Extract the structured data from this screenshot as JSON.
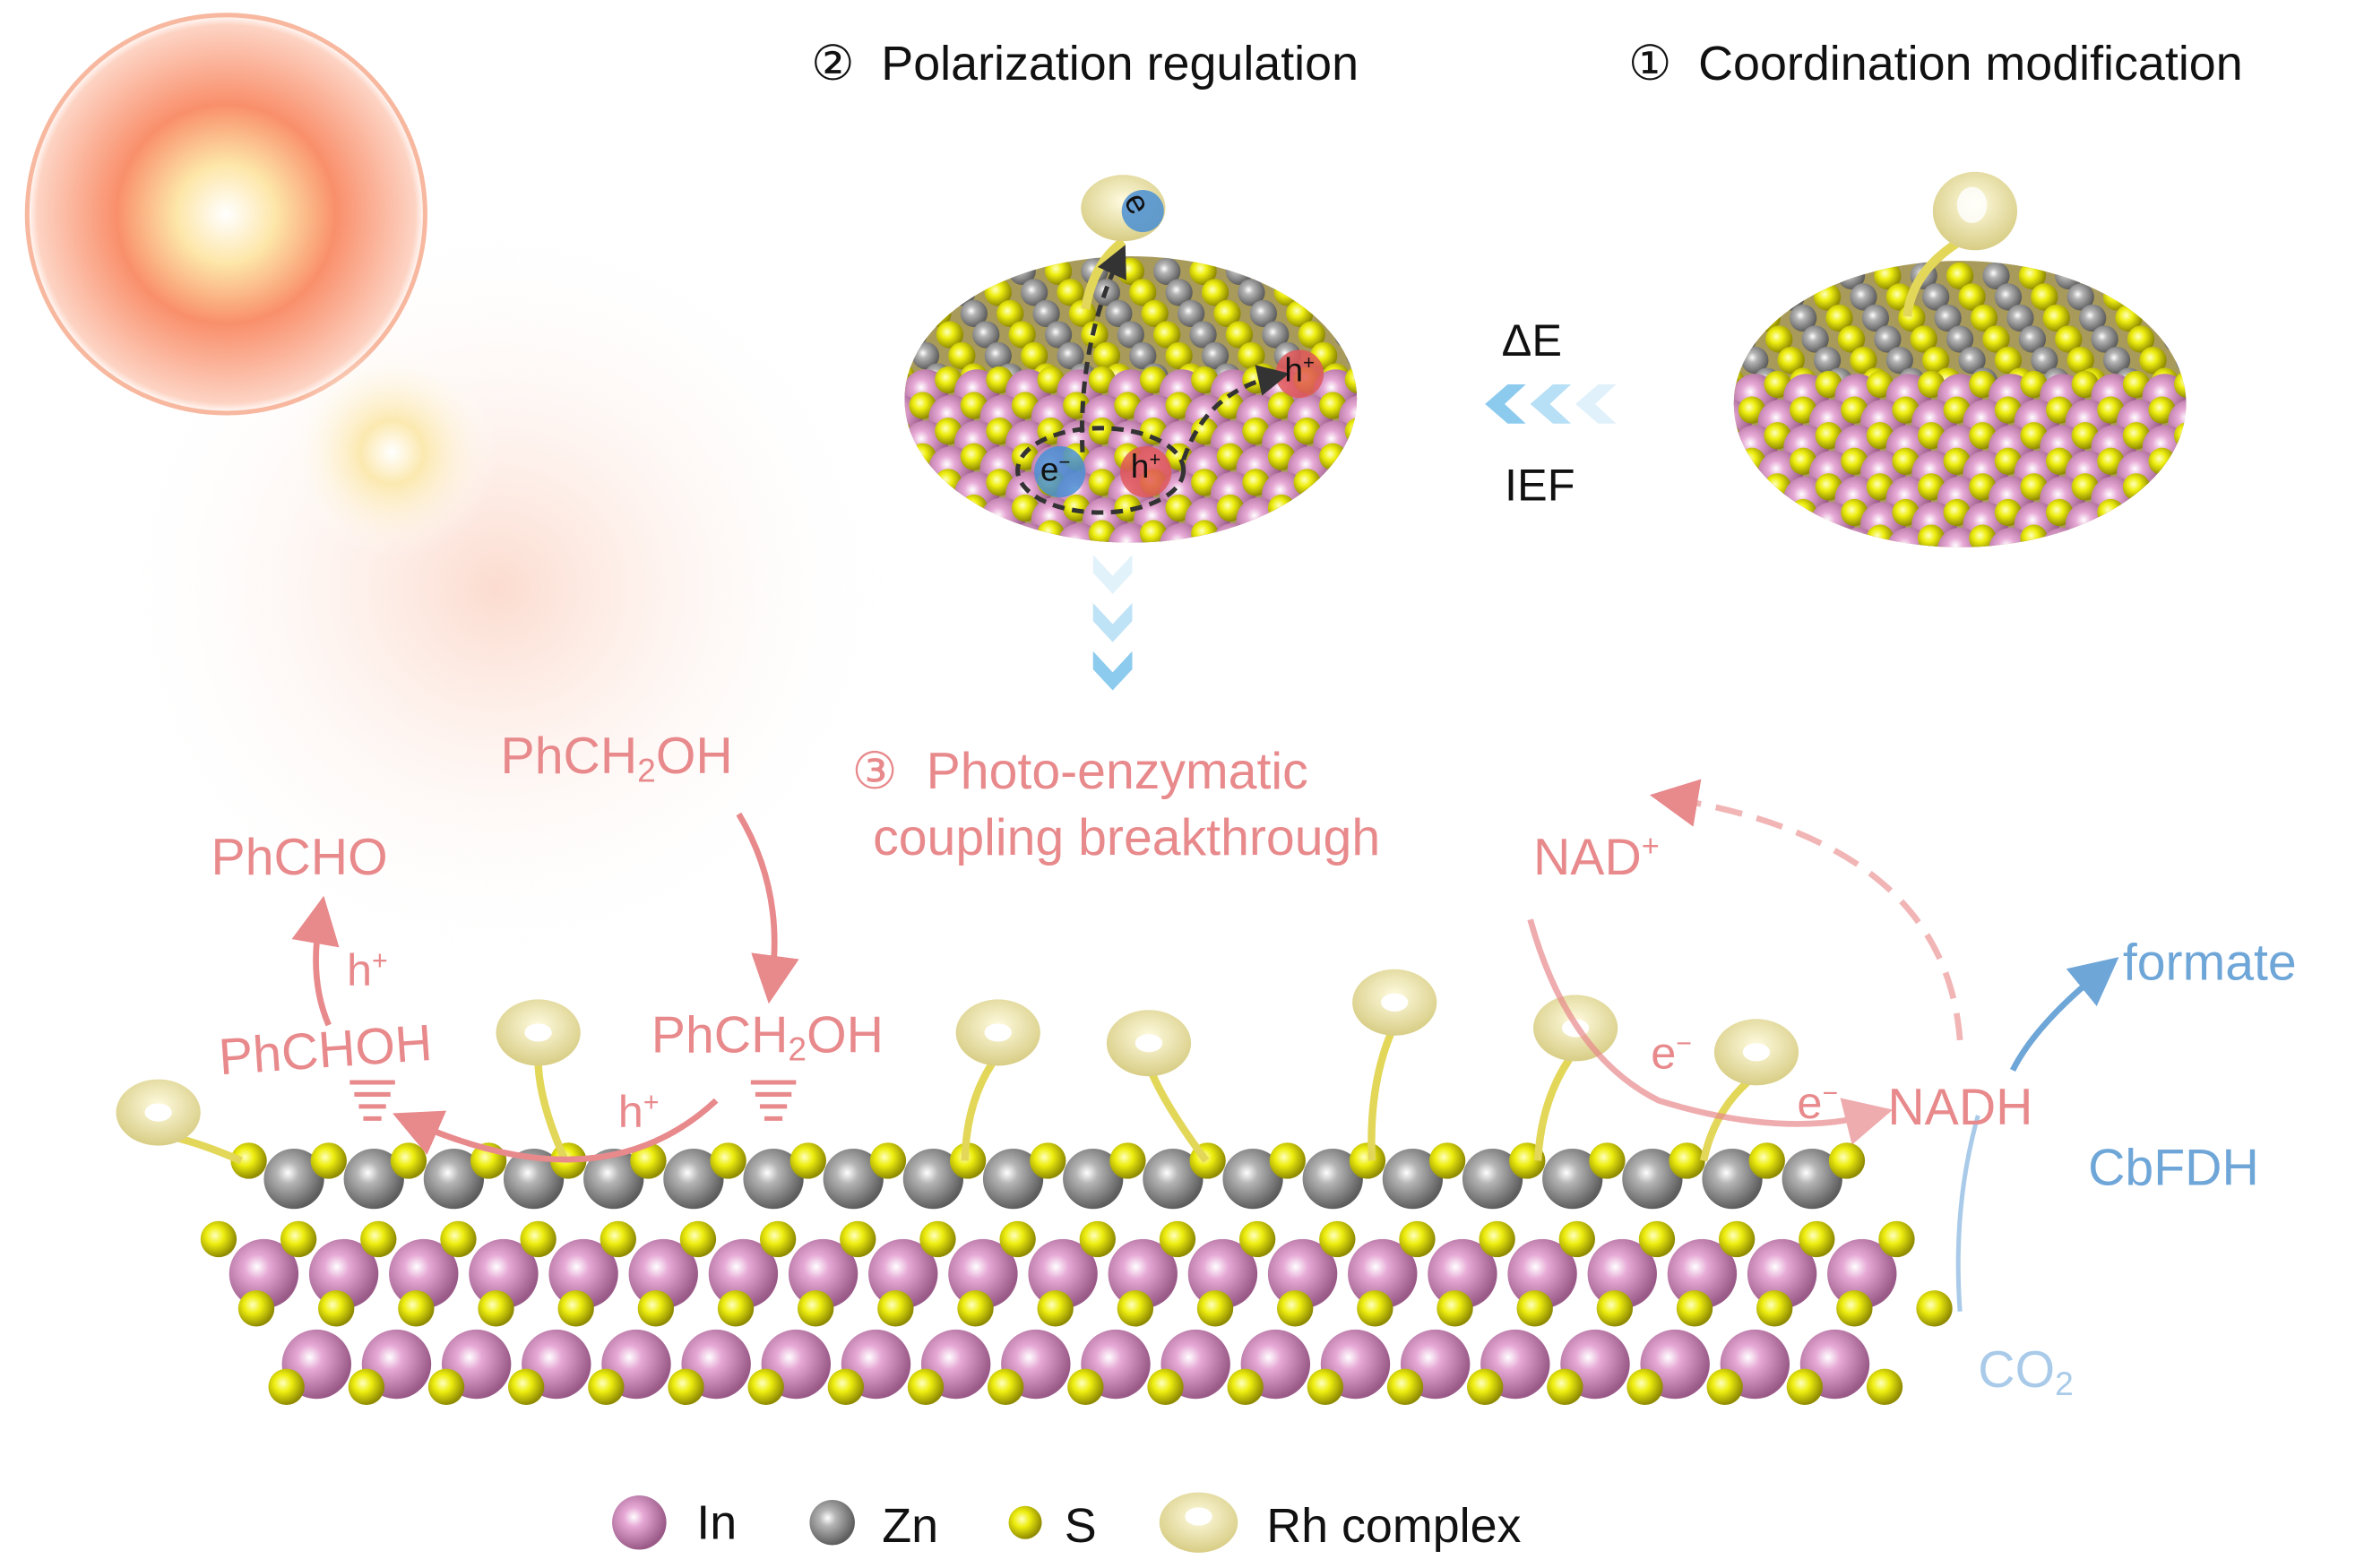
{
  "steps": {
    "polarization": {
      "num": "②",
      "label": "Polarization regulation"
    },
    "coordination": {
      "num": "①",
      "label": "Coordination modification"
    },
    "photo_enzymatic": {
      "num": "③",
      "line1": "Photo-enzymatic",
      "line2": "coupling breakthrough"
    }
  },
  "field": {
    "delta_e": "ΔE",
    "ief": "IEF"
  },
  "charges": {
    "e": "e",
    "e_sup": "−",
    "h": "h",
    "h_sup": "+"
  },
  "species": {
    "phcho": "PhCHO",
    "phchoh": "PhCHOH",
    "phch2oh_a": "PhCH",
    "phch2oh_sub": "2",
    "phch2oh_b": "OH",
    "nad": "NAD",
    "nad_sup": "+",
    "nadh": "NADH",
    "formate": "formate",
    "cbfdh": "CbFDH",
    "co2": "CO",
    "co2_sub": "2"
  },
  "legend": [
    {
      "label": "In",
      "color": "#c77fb4"
    },
    {
      "label": "Zn",
      "color": "#9a9a9a"
    },
    {
      "label": "S",
      "color": "#e3e000"
    },
    {
      "label": "Rh complex",
      "color": "#f3ecb8"
    }
  ],
  "colors": {
    "pink": "#e8898c",
    "blue": "#6fa6d8",
    "in": "#c77fb4",
    "zn": "#9a9a9a",
    "s": "#e3e000"
  }
}
